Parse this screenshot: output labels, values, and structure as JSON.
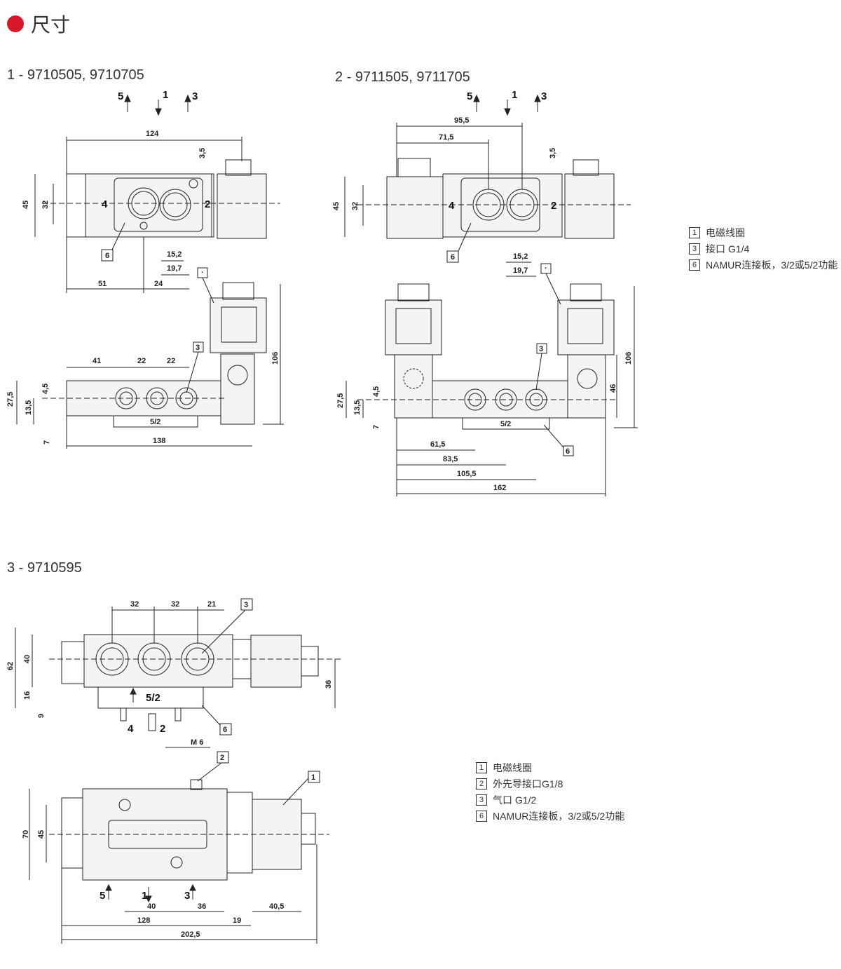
{
  "header": {
    "title": "尺寸",
    "accent": "#d8192a"
  },
  "views": [
    {
      "title": "1 - 9710505, 9710705",
      "ports_top": [
        "5",
        "1",
        "3"
      ],
      "ports_side": [
        "4",
        "2"
      ],
      "dims": [
        "124",
        "3,5",
        "45",
        "32",
        "15,2",
        "19,7",
        "51",
        "24",
        "41",
        "22",
        "22",
        "106",
        "27,5",
        "13,5",
        "4,5",
        "7",
        "138",
        "5/2"
      ],
      "callouts": [
        "6",
        "3",
        "·"
      ]
    },
    {
      "title": "2 - 9711505, 9711705",
      "ports_top": [
        "5",
        "1",
        "3"
      ],
      "ports_side": [
        "4",
        "2"
      ],
      "dims": [
        "95,5",
        "71,5",
        "3,5",
        "45",
        "32",
        "15,2",
        "19,7",
        "106",
        "46",
        "27,5",
        "13,5",
        "4,5",
        "7",
        "61,5",
        "83,5",
        "105,5",
        "162",
        "5/2"
      ],
      "callouts": [
        "6",
        "3",
        "6",
        "·"
      ]
    },
    {
      "title": "3 - 9710595",
      "ports_bottom": [
        "4",
        "2",
        "5",
        "1",
        "3"
      ],
      "dims": [
        "32",
        "32",
        "21",
        "62",
        "40",
        "16",
        "9",
        "36",
        "M 6",
        "70",
        "45",
        "40",
        "36",
        "128",
        "19",
        "40,5",
        "202,5",
        "5/2"
      ],
      "callouts": [
        "3",
        "6",
        "2",
        "1"
      ]
    }
  ],
  "legend_1": [
    {
      "num": "1",
      "text": "电磁线圈"
    },
    {
      "num": "3",
      "text": "接口 G1/4"
    },
    {
      "num": "6",
      "text": "NAMUR连接板，3/2或5/2功能"
    }
  ],
  "legend_2": [
    {
      "num": "1",
      "text": "电磁线圈"
    },
    {
      "num": "2",
      "text": "外先导接口G1/8"
    },
    {
      "num": "3",
      "text": "气口 G1/2"
    },
    {
      "num": "6",
      "text": "NAMUR连接板，3/2或5/2功能"
    }
  ]
}
